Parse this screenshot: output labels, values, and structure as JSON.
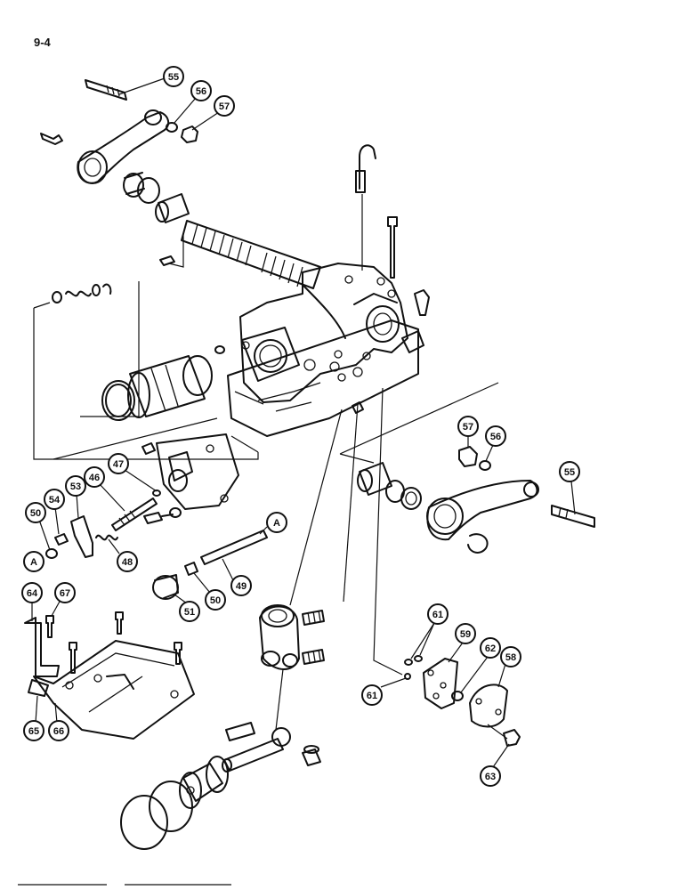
{
  "page_number": "9-4",
  "callouts": [
    "55",
    "56",
    "57",
    "57",
    "56",
    "55",
    "47",
    "46",
    "53",
    "54",
    "50",
    "A",
    "48",
    "A",
    "49",
    "50",
    "51",
    "64",
    "67",
    "65",
    "66",
    "61",
    "59",
    "62",
    "58",
    "61",
    "63"
  ]
}
